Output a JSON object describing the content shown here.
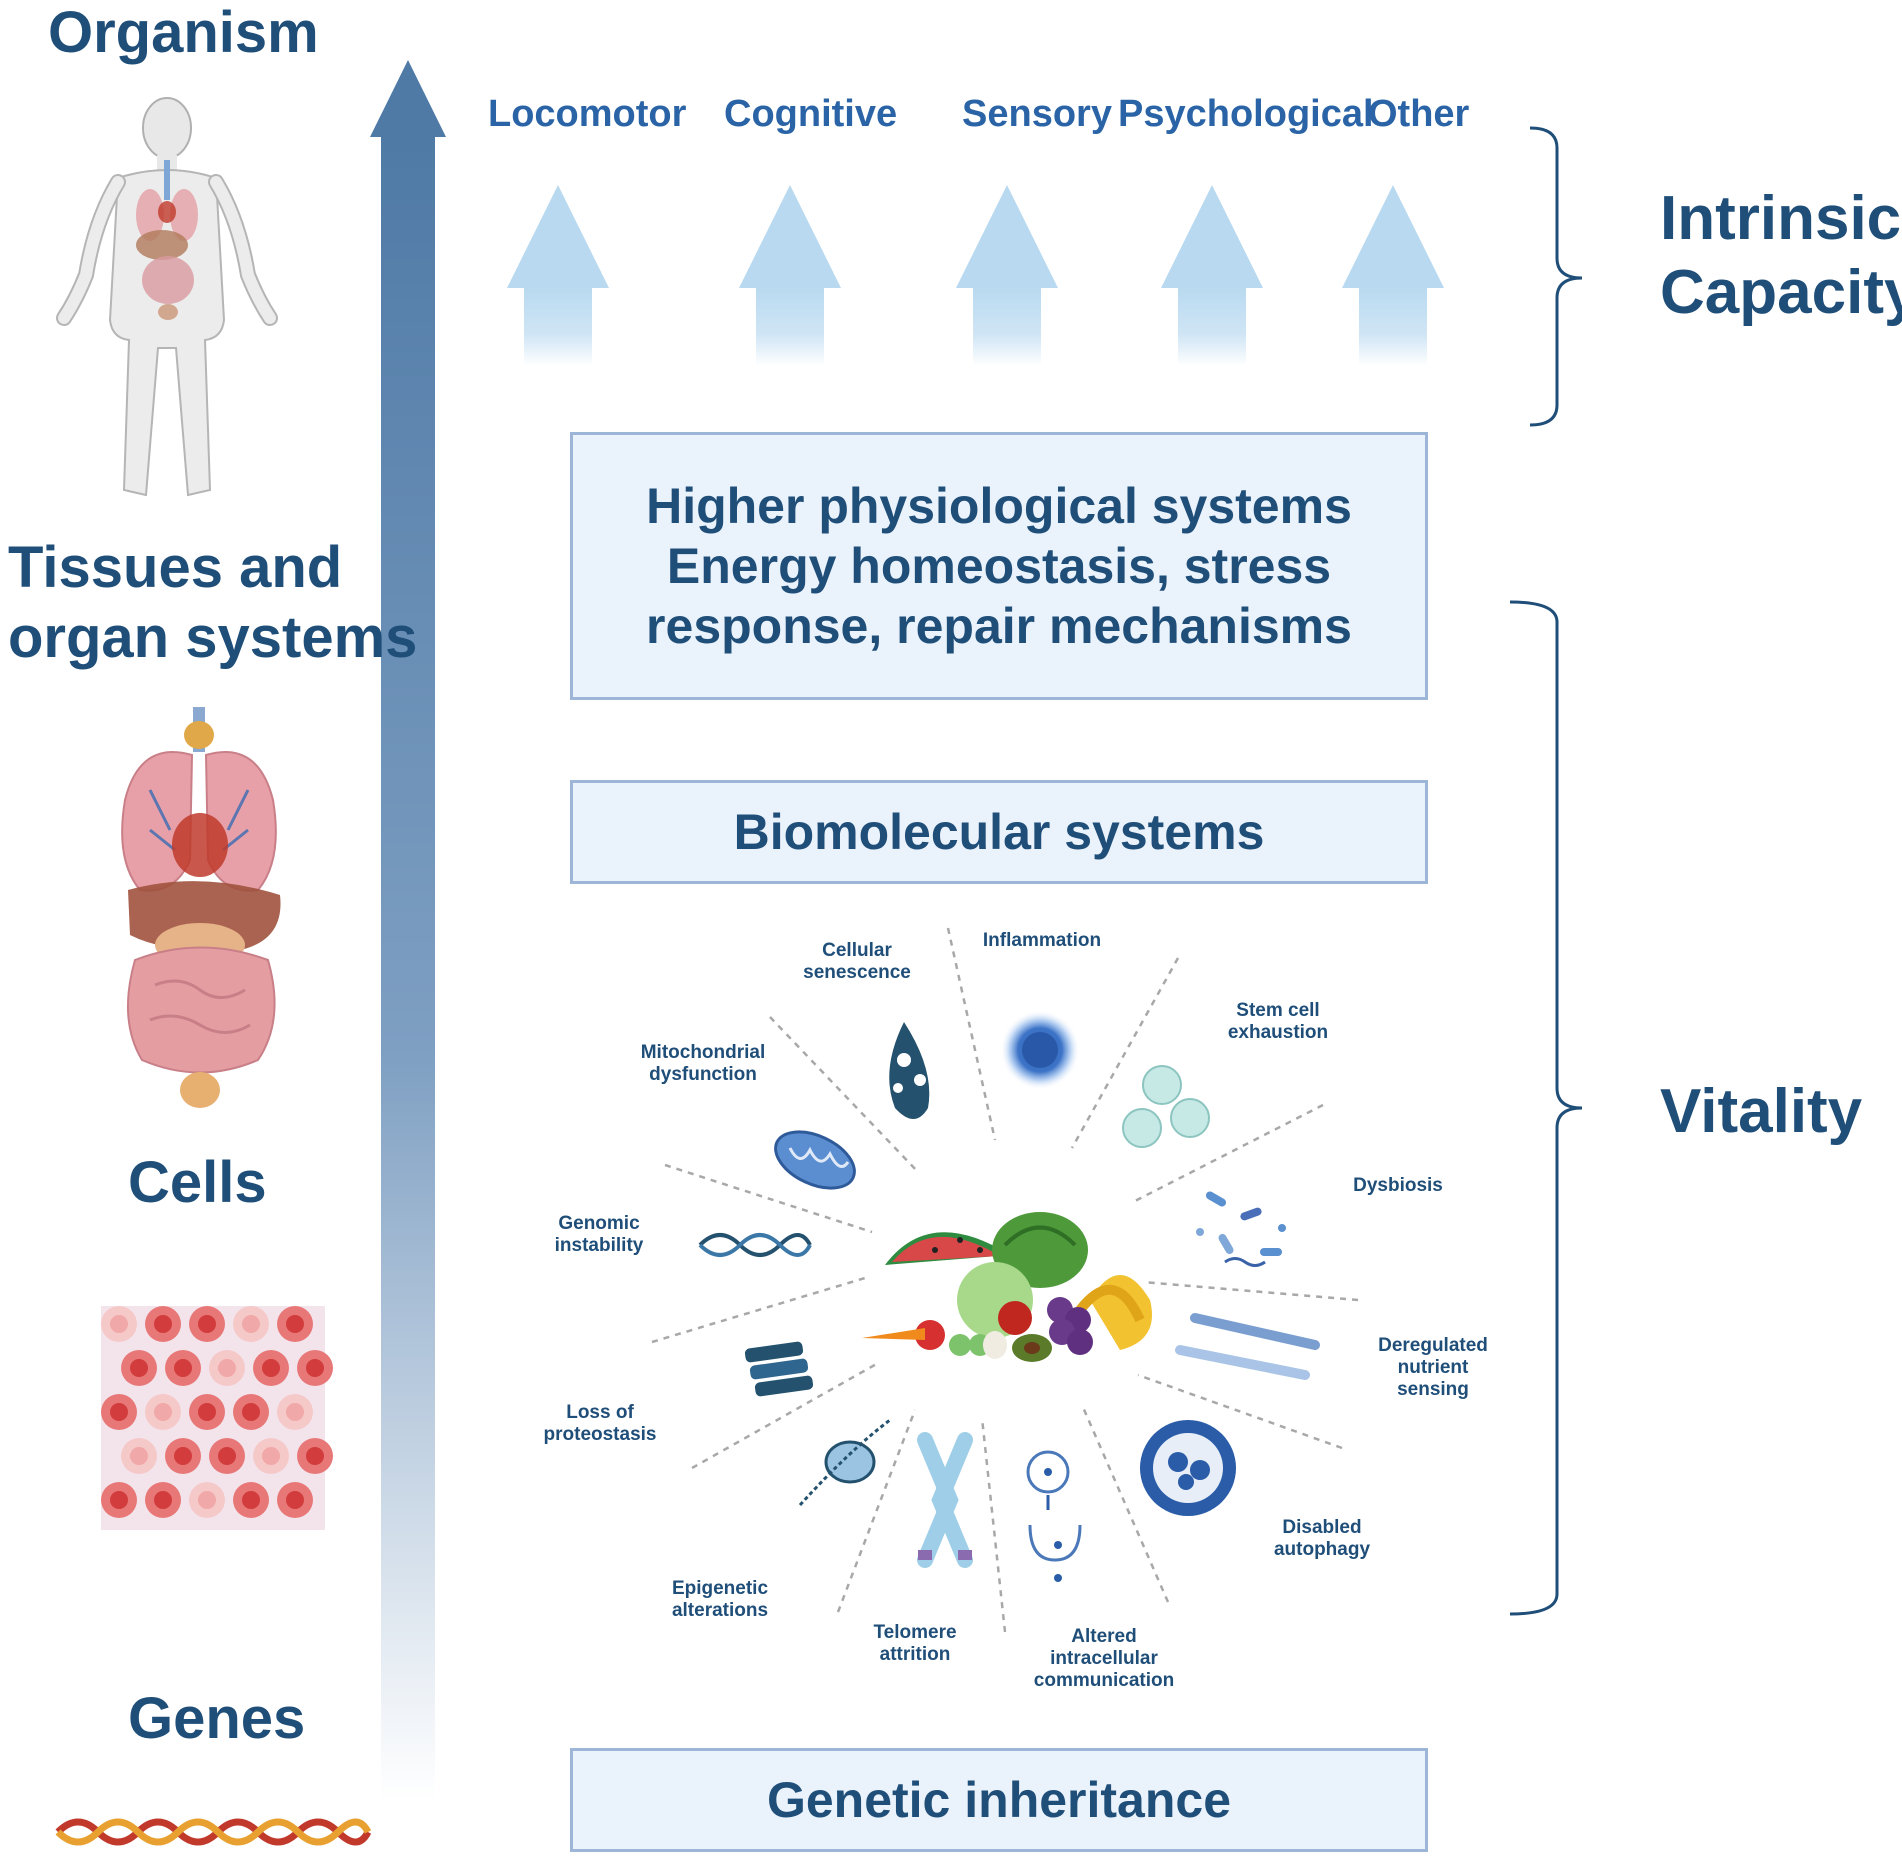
{
  "levels": {
    "organism": "Organism",
    "tissues_line1": "Tissues and",
    "tissues_line2": "organ systems",
    "cells": "Cells",
    "genes": "Genes"
  },
  "capacities": [
    "Locomotor",
    "Cognitive",
    "Sensory",
    "Psychological",
    "Other"
  ],
  "brackets": {
    "intrinsic_line1": "Intrinsic",
    "intrinsic_line2": "Capacity",
    "vitality": "Vitality"
  },
  "boxes": {
    "higher_line1": "Higher physiological systems",
    "higher_line2": "Energy homeostasis, stress",
    "higher_line3": "response, repair mechanisms",
    "biomolecular": "Biomolecular systems",
    "genetic": "Genetic inheritance"
  },
  "hallmarks": {
    "cellular_senescence": "Cellular\nsenescence",
    "inflammation": "Inflammation",
    "stem_cell_exhaustion": "Stem cell\nexhaustion",
    "mitochondrial_dysfunction": "Mitochondrial\ndysfunction",
    "dysbiosis": "Dysbiosis",
    "genomic_instability": "Genomic\ninstability",
    "deregulated_nutrient_sensing": "Deregulated\nnutrient\nsensing",
    "loss_of_proteostasis": "Loss of\nproteostasis",
    "disabled_autophagy": "Disabled\nautophagy",
    "epigenetic_alterations": "Epigenetic\nalterations",
    "telomere_attrition": "Telomere\nattrition",
    "altered_intercellular_communication": "Altered\nintracellular\ncommunication"
  },
  "colors": {
    "title_blue": "#1f4e79",
    "capacity_blue": "#2a64a6",
    "axis_arrow": "#4f7aa6",
    "light_arrow": "#b8d9f0",
    "box_fill": "#eaf2fb",
    "box_border": "#9db5d6"
  }
}
